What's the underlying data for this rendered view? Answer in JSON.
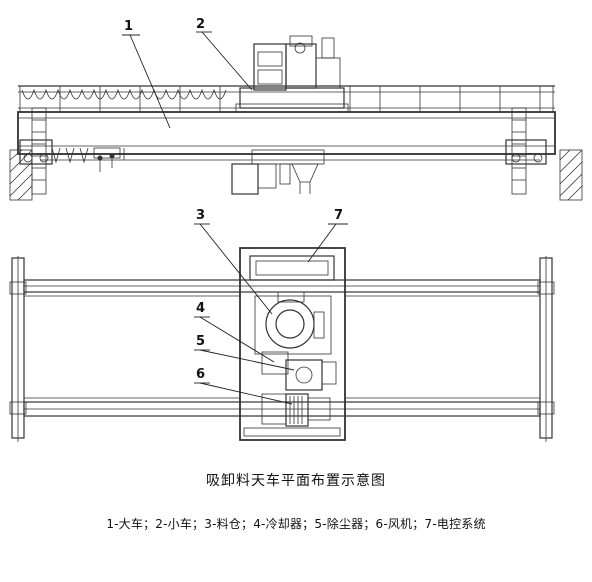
{
  "callouts": {
    "c1": "1",
    "c2": "2",
    "c3": "3",
    "c4": "4",
    "c5": "5",
    "c6": "6",
    "c7": "7"
  },
  "caption": {
    "title": "吸卸料天车平面布置示意图",
    "legend": "1-大车；2-小车；3-料仓；4-冷却器；5-除尘器；6-风机；7-电控系统"
  }
}
